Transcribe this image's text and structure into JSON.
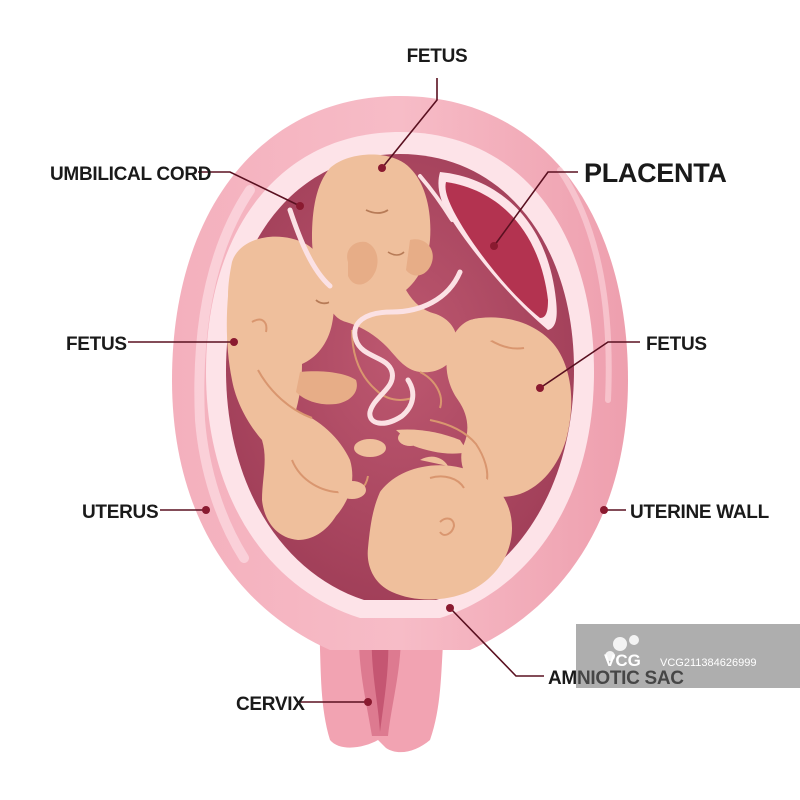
{
  "labels": {
    "fetus_top": "FETUS",
    "placenta": "PLACENTA",
    "umbilical_cord": "UMBILICAL CORD",
    "fetus_left": "FETUS",
    "fetus_right": "FETUS",
    "uterus": "UTERUS",
    "uterine_wall": "UTERINE WALL",
    "amniotic_sac": "AMNIOTIC SAC",
    "cervix": "CERVIX"
  },
  "watermark": {
    "logo": "VCG",
    "id": "VCG211384626999"
  },
  "colors": {
    "uterus_outer": "#f3a9b7",
    "uterus_light": "#f8c7d0",
    "sac_rim": "#fde7ea",
    "cavity": "#b04a63",
    "placenta": "#b33350",
    "skin": "#efbf9c",
    "skin_shade": "#d9966f",
    "cord": "#fbe1e4",
    "leader": "#5a1020"
  }
}
